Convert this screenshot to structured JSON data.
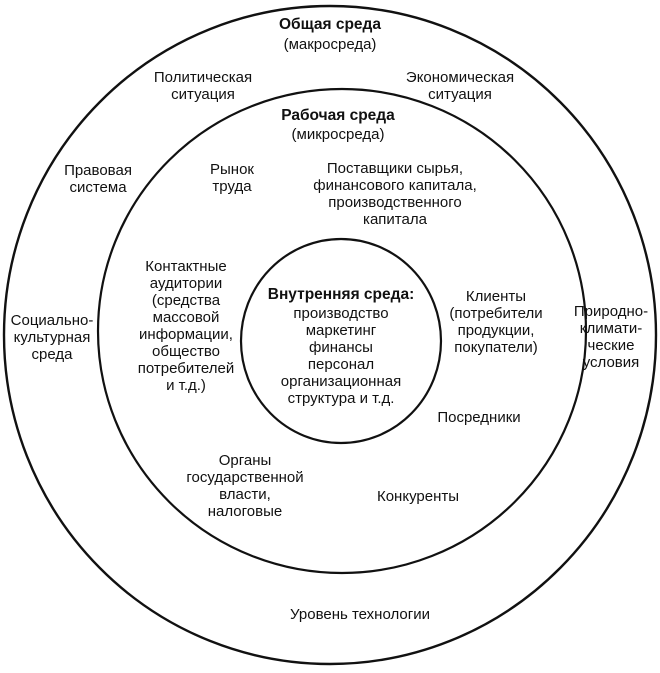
{
  "outer": {
    "title": "Общая среда",
    "subtitle": "(макросреда)",
    "factors": {
      "political": "Политическая\nситуация",
      "economic": "Экономическая\nситуация",
      "legal": "Правовая\nсистема",
      "sociocultural": "Социально-\nкультурная\nсреда",
      "natural": "Природно-\nклимати-\nческие\nусловия",
      "technology": "Уровень технологии"
    }
  },
  "middle": {
    "title": "Рабочая среда",
    "subtitle": "(микросреда)",
    "factors": {
      "labor": "Рынок\nтруда",
      "suppliers": "Поставщики сырья,\nфинансового капитала,\nпроизводственного\nкапитала",
      "audiences": "Контактные\nаудитории\n(средства\nмассовой\nинформации,\nобщество\nпотребителей\nи т.д.)",
      "clients": "Клиенты\n(потребители\nпродукции,\nпокупатели)",
      "intermediaries": "Посредники",
      "government": "Органы\nгосударственной\nвласти,\nналоговые",
      "competitors": "Конкуренты"
    }
  },
  "inner": {
    "title": "Внутренняя среда:",
    "items": "производство\nмаркетинг\nфинансы\nперсонал\nорганизационная\nструктура и т.д."
  }
}
